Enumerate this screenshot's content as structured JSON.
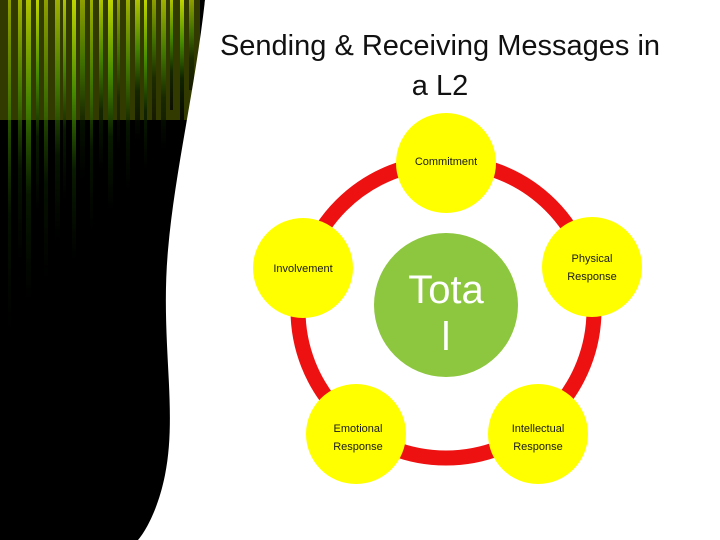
{
  "slide": {
    "title_line1": "Sending & Receiving Messages in",
    "title_line2": "a L2"
  },
  "diagram": {
    "center": {
      "line1": "Tota",
      "line2": "l"
    },
    "nodes": [
      {
        "id": "commitment",
        "lines": [
          "Commitment"
        ]
      },
      {
        "id": "physical",
        "lines": [
          "Physical",
          "Response"
        ]
      },
      {
        "id": "intellectual",
        "lines": [
          "Intellectual",
          "Response"
        ]
      },
      {
        "id": "emotional",
        "lines": [
          "Emotional",
          "Response"
        ]
      },
      {
        "id": "involvement",
        "lines": [
          "Involvement"
        ]
      }
    ],
    "colors": {
      "node_fill": "#ffff00",
      "ring": "#ee1111",
      "center_fill": "#8dc63f",
      "center_text": "#ffffff"
    }
  },
  "background": {
    "curtain_colors": [
      "#3a7a00",
      "#9acd1a",
      "#e8f400",
      "#000000"
    ]
  }
}
